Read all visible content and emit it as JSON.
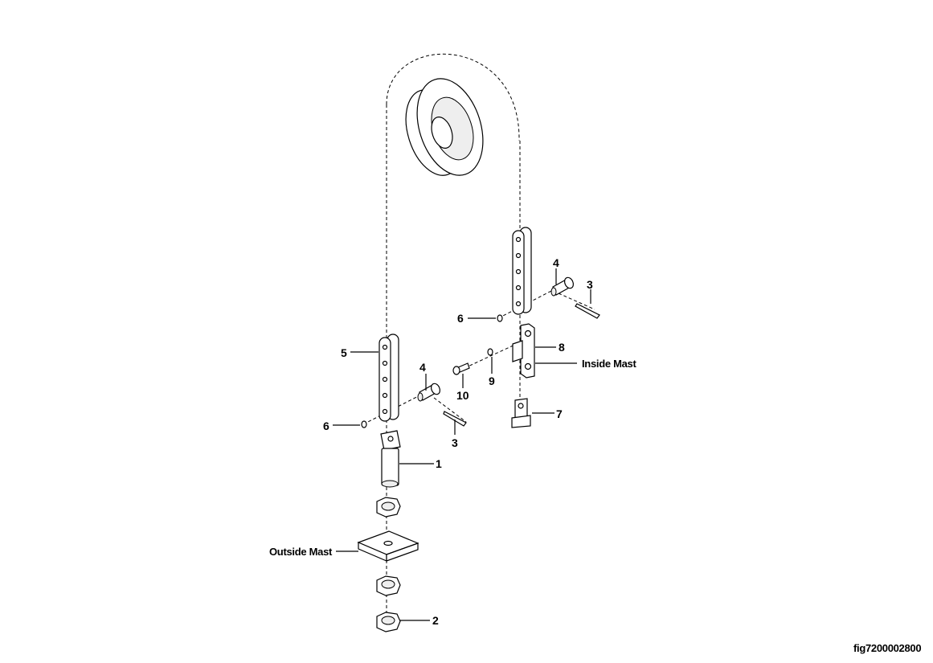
{
  "figure_id": "fig7200002800",
  "callouts": {
    "left": {
      "chain": "5",
      "pin": "4",
      "washer": "6",
      "cotter": "3",
      "anchor": "1",
      "mast": "Outside Mast",
      "nut": "2"
    },
    "right": {
      "pin": "4",
      "cotter": "3",
      "washer": "6",
      "bracket": "8",
      "mast": "Inside Mast",
      "screw": "10",
      "lockwasher": "9",
      "anchor": "7"
    }
  }
}
